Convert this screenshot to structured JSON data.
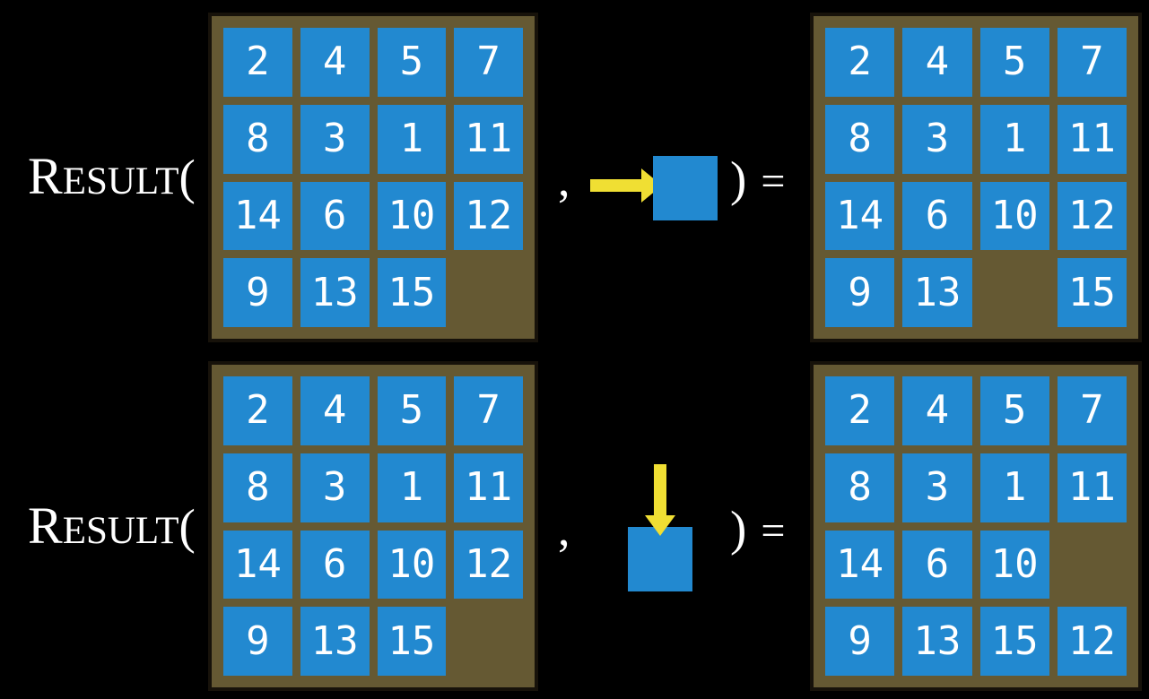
{
  "colors": {
    "background": "#000000",
    "tile_blue": "#2289d0",
    "board_brown": "#655933",
    "board_frame": "#17120a",
    "arrow_yellow": "#f0df33",
    "text_white": "#ffffff"
  },
  "notation": {
    "function_lead": "R",
    "function_rest": "ESULT",
    "open_paren": "(",
    "comma": ",",
    "close_paren": ")",
    "equals": "="
  },
  "examples": [
    {
      "id": "move-right",
      "action_icon": "arrow-right-into-tile",
      "start_grid": [
        [
          "2",
          "4",
          "5",
          "7"
        ],
        [
          "8",
          "3",
          "1",
          "11"
        ],
        [
          "14",
          "6",
          "10",
          "12"
        ],
        [
          "9",
          "13",
          "15",
          ""
        ]
      ],
      "result_grid": [
        [
          "2",
          "4",
          "5",
          "7"
        ],
        [
          "8",
          "3",
          "1",
          "11"
        ],
        [
          "14",
          "6",
          "10",
          "12"
        ],
        [
          "9",
          "13",
          "",
          "15"
        ]
      ]
    },
    {
      "id": "move-down",
      "action_icon": "arrow-down-into-tile",
      "start_grid": [
        [
          "2",
          "4",
          "5",
          "7"
        ],
        [
          "8",
          "3",
          "1",
          "11"
        ],
        [
          "14",
          "6",
          "10",
          "12"
        ],
        [
          "9",
          "13",
          "15",
          ""
        ]
      ],
      "result_grid": [
        [
          "2",
          "4",
          "5",
          "7"
        ],
        [
          "8",
          "3",
          "1",
          "11"
        ],
        [
          "14",
          "6",
          "10",
          ""
        ],
        [
          "9",
          "13",
          "15",
          "12"
        ]
      ]
    }
  ]
}
